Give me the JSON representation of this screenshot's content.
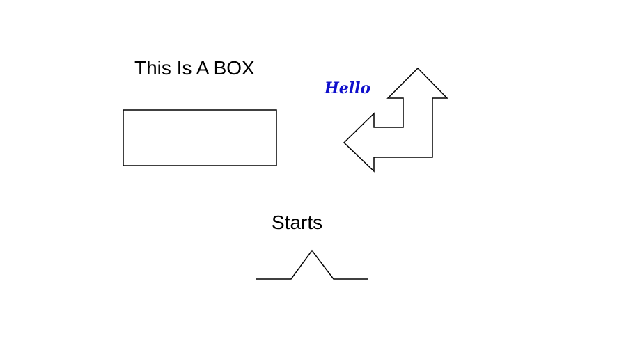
{
  "labels": {
    "box_title": "This Is A BOX",
    "hello": "Hello",
    "starts": "Starts"
  },
  "colors": {
    "text": "#000000",
    "hello_text": "#1010cc",
    "stroke": "#000000",
    "background": "#ffffff"
  },
  "shapes": [
    "rectangle-box",
    "l-shaped-arrow",
    "peak-waveform-line"
  ]
}
